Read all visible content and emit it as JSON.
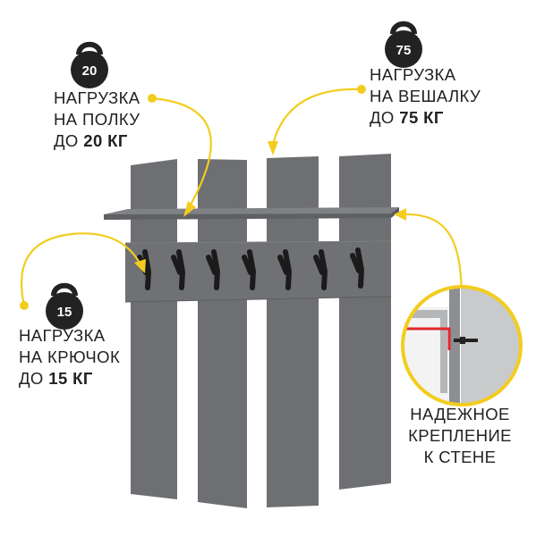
{
  "badges": {
    "shelf": "20",
    "hanger": "75",
    "hook": "15"
  },
  "shelf_label": {
    "line1": "НАГРУЗКА",
    "line2": "НА ПОЛКУ",
    "line3_prefix": "ДО ",
    "line3_value": "20 КГ"
  },
  "hanger_label": {
    "line1": "НАГРУЗКА",
    "line2": "НА ВЕШАЛКУ",
    "line3_prefix": "ДО ",
    "line3_value": "75 КГ"
  },
  "hook_label": {
    "line1": "НАГРУЗКА",
    "line2": "НА КРЮЧОК",
    "line3_prefix": "ДО ",
    "line3_value": "15 КГ"
  },
  "mount_label": {
    "line1": "НАДЕЖНОЕ",
    "line2": "КРЕПЛЕНИЕ",
    "line3": "К СТЕНЕ"
  },
  "colors": {
    "panel": "#6e6f72",
    "panel_dark": "#5d5e61",
    "accent": "#f2cd1f",
    "hook": "#1b1b1b",
    "bracket": "#e0262b"
  }
}
